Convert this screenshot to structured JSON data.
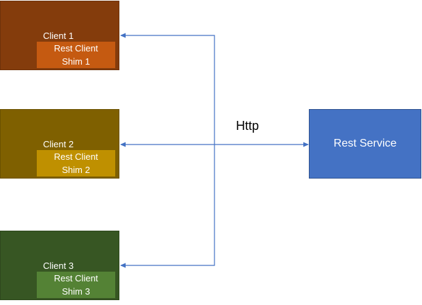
{
  "clients": [
    {
      "label": "Client 1",
      "shim_line1": "Rest Client",
      "shim_line2": "Shim  1"
    },
    {
      "label": "Client 2",
      "shim_line1": "Rest Client",
      "shim_line2": "Shim  2"
    },
    {
      "label": "Client 3",
      "shim_line1": "Rest Client",
      "shim_line2": "Shim  3"
    }
  ],
  "service": {
    "label": "Rest Service"
  },
  "connection": {
    "label": "Http"
  },
  "colors": {
    "client_1": "#843c0c",
    "shim_1": "#c55a11",
    "client_2": "#7f6000",
    "shim_2": "#bf9000",
    "client_3": "#375623",
    "shim_3": "#548235",
    "service": "#4472c4",
    "connector": "#4472c4"
  }
}
